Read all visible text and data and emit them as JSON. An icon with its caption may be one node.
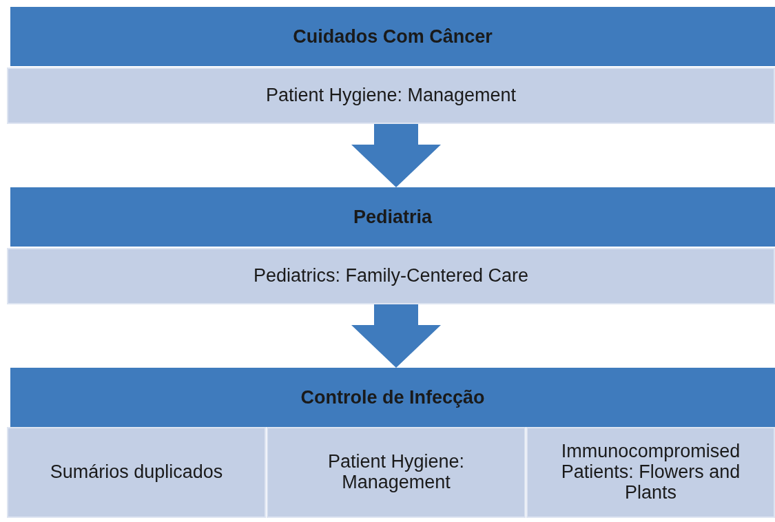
{
  "diagram": {
    "nodes": [
      {
        "text": [
          "Cuidados Com Câncer"
        ]
      },
      {
        "text": [
          "Patient Hygiene: Management"
        ]
      },
      {
        "text": [
          "Pediatria"
        ]
      },
      {
        "text": [
          "Pediatrics: Family-Centered Care"
        ]
      },
      {
        "text": [
          "Controle de Infecção"
        ]
      },
      {
        "text": [
          "Sumários duplicados"
        ]
      },
      {
        "text": [
          "Patient Hygiene: Management"
        ]
      },
      {
        "text": [
          "Immunocompromised Patients: Flowers and Plants"
        ]
      }
    ],
    "edges": [
      {
        "from": 1,
        "to": 2,
        "arrow": "to"
      },
      {
        "from": 3,
        "to": 4,
        "arrow": "to"
      }
    ]
  }
}
